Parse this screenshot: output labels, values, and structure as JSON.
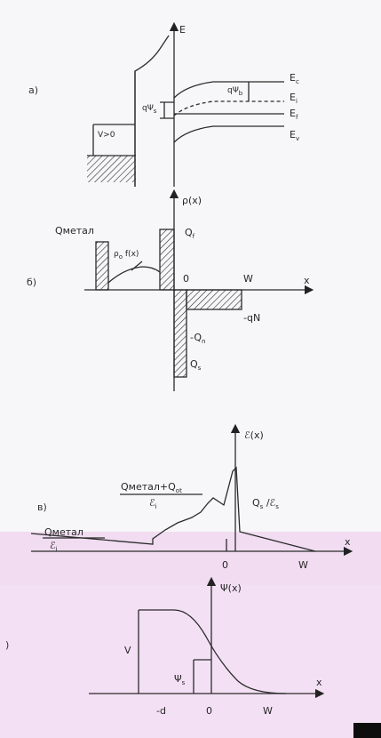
{
  "panel_a": {
    "letter": "а)",
    "axis_E": "E",
    "Ec": "E",
    "Ec_sub": "c",
    "Ei": "E",
    "Ei_sub": "i",
    "Ef": "E",
    "Ef_sub": "f",
    "Ev": "E",
    "Ev_sub": "v",
    "bias": "V>0",
    "q_phi_s": "qΨ",
    "q_phi_s_sub": "s",
    "q_phi_b": "qΨ",
    "q_phi_b_sub": "b"
  },
  "panel_b": {
    "letter": "б)",
    "axis_rho": "ρ(x)",
    "Q_metal": "Qметал",
    "rho0f": "ρ",
    "rho0f_sub": "o",
    "rho0f_tail": "f(x)",
    "Qf": "Q",
    "Qf_sub": "f",
    "origin": "0",
    "W": "W",
    "x": "x",
    "qN": "-qN",
    "Qn": "-Q",
    "Qn_sub": "n",
    "Qs": "Q",
    "Qs_sub": "s"
  },
  "panel_c": {
    "letter": "в)",
    "axis_E": "ℰ(x)",
    "frac1_num": "Qметал+Q",
    "frac1_num_sub": "ot",
    "frac1_den": "ℰ",
    "frac1_den_sub": "i",
    "frac2_num": "Qметал",
    "frac2_den": "ℰ",
    "frac2_den_sub": "i",
    "Qs_over": "Q",
    "Qs_over_sub": "s",
    "Qs_over_tail": "/ℰ",
    "Qs_over_tail_sub": "s",
    "origin": "0",
    "W": "W",
    "x": "x"
  },
  "panel_d": {
    "letter": ")",
    "axis_psi": "Ψ(x)",
    "V": "V",
    "psi_s": "Ψ",
    "psi_s_sub": "s",
    "minus_d": "-d",
    "origin": "0",
    "W": "W",
    "x": "x"
  }
}
